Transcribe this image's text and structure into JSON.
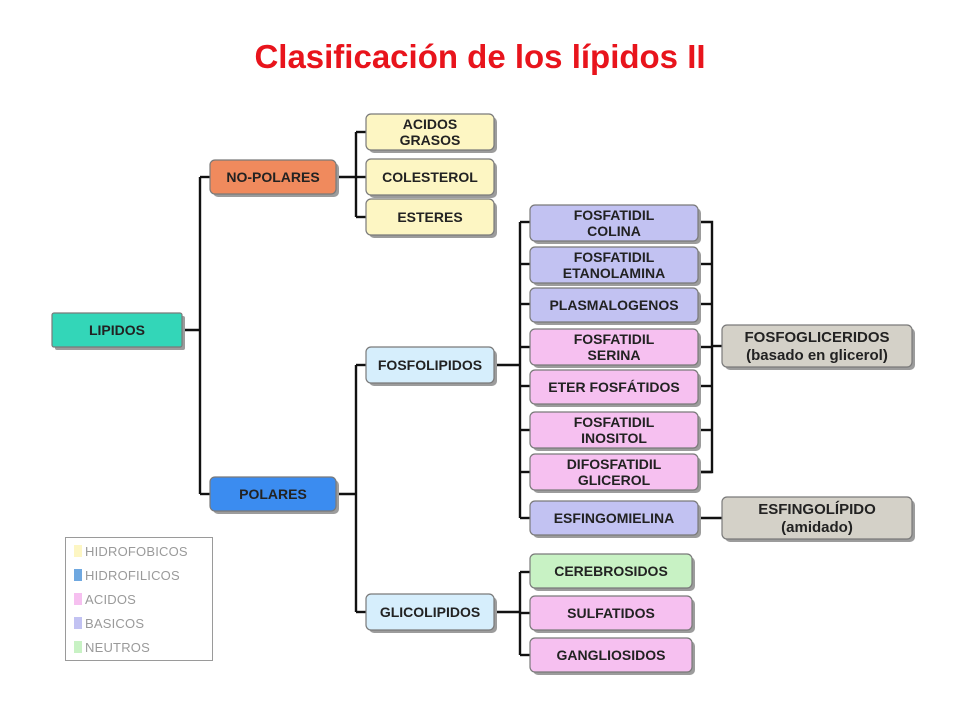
{
  "title": "Clasificación de los lípidos II",
  "nodes": {
    "lipidos": "LIPIDOS",
    "no_polares": "NO-POLARES",
    "polares": "POLARES",
    "acidos_grasos": [
      "ACIDOS",
      "GRASOS"
    ],
    "colesterol": "COLESTEROL",
    "esteres": "ESTERES",
    "fosfolipidos": "FOSFOLIPIDOS",
    "glicolipidos": "GLICOLIPIDOS",
    "fosfatidil_colina": [
      "FOSFATIDIL",
      "COLINA"
    ],
    "fosfatidil_etanolamina": [
      "FOSFATIDIL",
      "ETANOLAMINA"
    ],
    "plasmalogenos": "PLASMALOGENOS",
    "fosfatidil_serina": [
      "FOSFATIDIL",
      "SERINA"
    ],
    "eter_fosfatidos": "ETER FOSFÁTIDOS",
    "fosfatidil_inositol": [
      "FOSFATIDIL",
      "INOSITOL"
    ],
    "difosfatidil_glicerol": [
      "DIFOSFATIDIL",
      "GLICEROL"
    ],
    "esfingomielina": "ESFINGOMIELINA",
    "fosfogliceridos": [
      "FOSFOGLICERIDOS",
      "(basado en glicerol)"
    ],
    "esfingolipido": [
      "ESFINGOLÍPIDO",
      "(amidado)"
    ],
    "cerebrosidos": "CEREBROSIDOS",
    "sulfatidos": "SULFATIDOS",
    "gangliosidos": "GANGLIOSIDOS"
  },
  "colors": {
    "title": "#e8141c",
    "hidrofobicos": "#fdf6c3",
    "hidrofilicos": "#6fa8e0",
    "acidos": "#f6c0f0",
    "basicos": "#c2c2f2",
    "neutros": "#c8f2c4",
    "lipidos": "#33d6b8",
    "no_polares": "#f08a5d",
    "polares": "#3b8cf0",
    "fosfolipidos": "#d6eefc",
    "gray": "#d4d1c8"
  },
  "legend": [
    {
      "label": "HIDROFOBICOS",
      "color": "#fdf6c3"
    },
    {
      "label": "HIDROFILICOS",
      "color": "#6fa8e0"
    },
    {
      "label": "ACIDOS",
      "color": "#f6c0f0"
    },
    {
      "label": "BASICOS",
      "color": "#c2c2f2"
    },
    {
      "label": "NEUTROS",
      "color": "#c8f2c4"
    }
  ]
}
